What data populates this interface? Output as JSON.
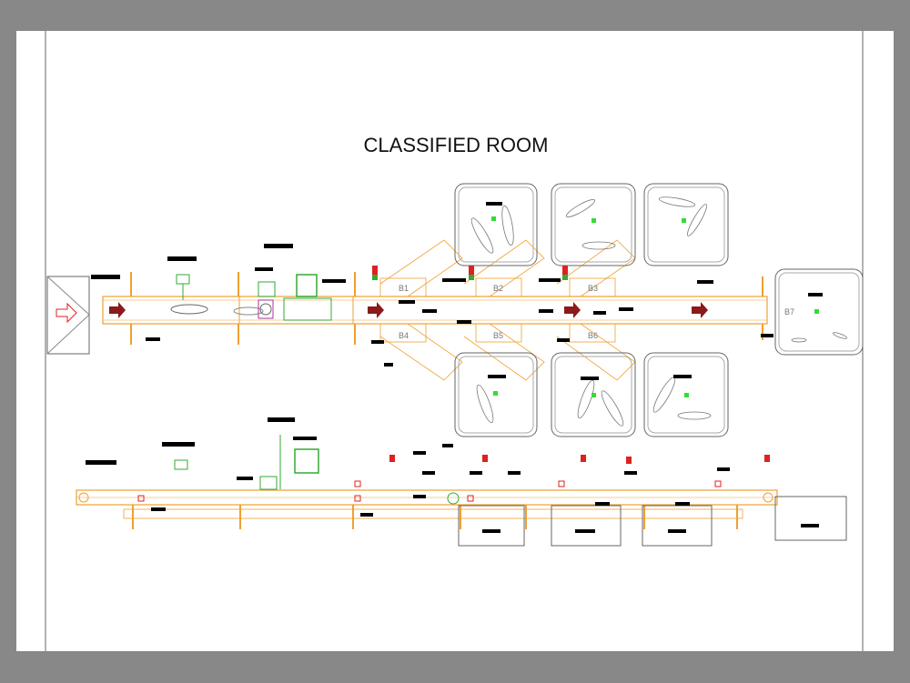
{
  "diagram": {
    "title": "CLASSIFIED ROOM",
    "bins_top": [
      "B1",
      "B2",
      "B3",
      "B4",
      "B5",
      "B6"
    ],
    "bin_end": "B7"
  },
  "colors": {
    "background": "#888888",
    "sheet": "#ffffff",
    "conveyor": "#f0a030",
    "equipment": "#33aa33",
    "arrow": "#8b1a1a",
    "outline": "#666666",
    "label_block": "#000000",
    "alarm": "#dd2222"
  }
}
